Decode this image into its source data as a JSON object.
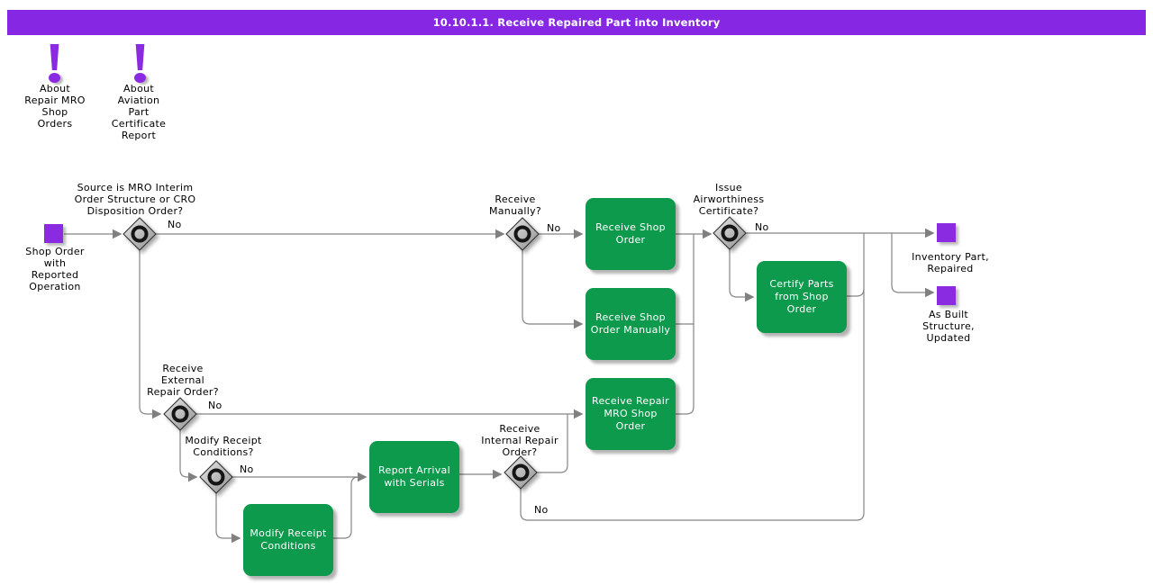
{
  "banner": {
    "title": "10.10.1.1. Receive Repaired Part into Inventory"
  },
  "notes": [
    {
      "label": "About\nRepair MRO\nShop\nOrders"
    },
    {
      "label": "About\nAviation\nPart\nCertificate\nReport"
    }
  ],
  "start": {
    "label": "Shop Order\nwith\nReported\nOperation"
  },
  "decisions": {
    "source": {
      "label": "Source is MRO Interim\nOrder Structure or CRO\nDisposition Order?",
      "branch": "No"
    },
    "manually": {
      "label": "Receive\nManually?",
      "branch": "No"
    },
    "airworthiness": {
      "label": "Issue\nAirworthiness\nCertificate?",
      "branch": "No"
    },
    "external": {
      "label": "Receive\nExternal\nRepair Order?",
      "branch": "No"
    },
    "modify": {
      "label": "Modify Receipt\nConditions?",
      "branch": "No"
    },
    "internal": {
      "label": "Receive\nInternal Repair\nOrder?",
      "branch": "No"
    }
  },
  "activities": {
    "receive_shop_order": {
      "label": "Receive Shop\nOrder"
    },
    "receive_shop_order_manually": {
      "label": "Receive Shop\nOrder Manually"
    },
    "receive_repair_mro": {
      "label": "Receive Repair\nMRO Shop\nOrder"
    },
    "certify_parts": {
      "label": "Certify Parts\nfrom Shop\nOrder"
    },
    "report_arrival": {
      "label": "Report Arrival\nwith Serials"
    },
    "modify_receipt": {
      "label": "Modify Receipt\nConditions"
    }
  },
  "ends": {
    "inventory": {
      "label": "Inventory Part,\nRepaired"
    },
    "asbuilt": {
      "label": "As Built\nStructure,\nUpdated"
    }
  },
  "colors": {
    "banner_purple": "#8627E3",
    "event_purple": "#8A2BE2",
    "activity_green": "#0D9A4D",
    "connector_gray": "#808080",
    "banner_text": "#FFFFFF",
    "label_text": "#000000"
  }
}
